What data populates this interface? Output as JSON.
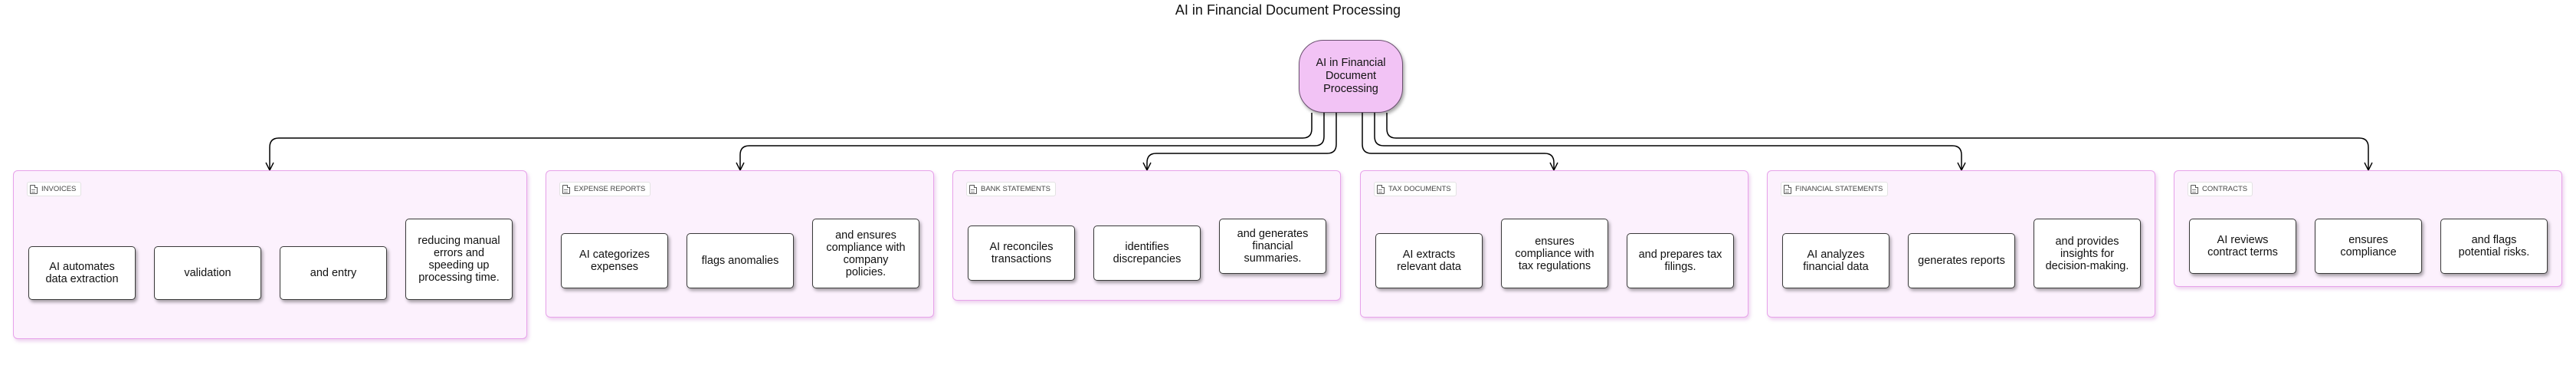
{
  "title": "AI in Financial Document Processing",
  "root": {
    "label": "AI in Financial Document Processing"
  },
  "groups": [
    {
      "label": "INVOICES",
      "items": [
        "AI automates data extraction",
        "validation",
        "and entry",
        "reducing manual errors and speeding up processing time."
      ]
    },
    {
      "label": "EXPENSE REPORTS",
      "items": [
        "AI categorizes expenses",
        "flags anomalies",
        "and ensures compliance with company policies."
      ]
    },
    {
      "label": "BANK STATEMENTS",
      "items": [
        "AI reconciles transactions",
        "identifies discrepancies",
        "and generates financial summaries."
      ]
    },
    {
      "label": "TAX DOCUMENTS",
      "items": [
        "AI extracts relevant data",
        "ensures compliance with tax regulations",
        "and prepares tax filings."
      ]
    },
    {
      "label": "FINANCIAL STATEMENTS",
      "items": [
        "AI analyzes financial data",
        "generates reports",
        "and provides insights for decision-making."
      ]
    },
    {
      "label": "CONTRACTS",
      "items": [
        "AI reviews contract terms",
        "ensures compliance",
        "and flags potential risks."
      ]
    }
  ],
  "icons": {
    "group_tag": "document-icon"
  },
  "colors": {
    "root_fill": "#f2c3f5",
    "group_fill": "#fcf1fd",
    "group_border": "#e7a3ea",
    "card_border": "#3a3a3a",
    "edge": "#000000"
  }
}
